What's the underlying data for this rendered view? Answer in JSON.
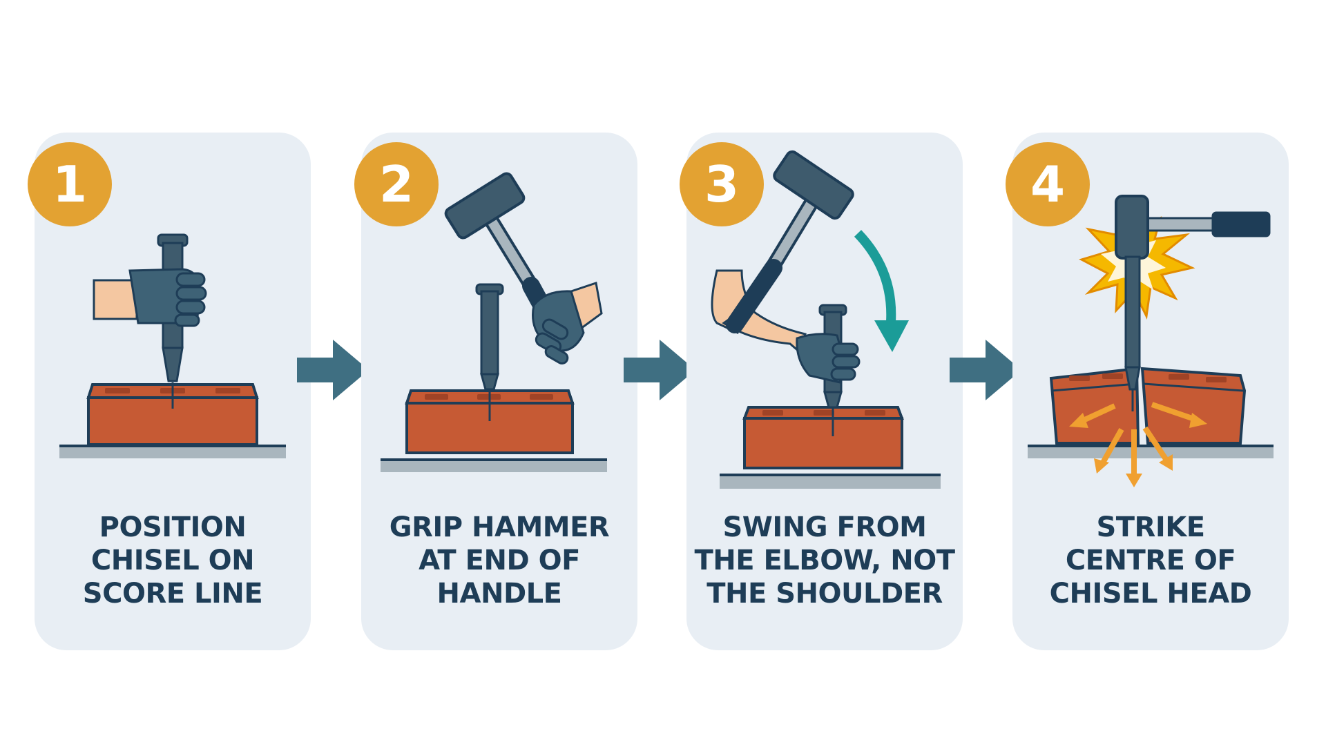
{
  "colors": {
    "card_bg": "#e8eef4",
    "badge": "#e3a232",
    "text": "#1e3d57",
    "arrow": "#3f6f82",
    "brick": "#c65a34",
    "brick_outline": "#1e3d57",
    "tool_steel": "#3e5b6d",
    "glove": "#3e6276",
    "skin": "#f4c7a1",
    "swing_arrow": "#1b9c98",
    "spark": "#f5b800",
    "crack_arrow": "#f0a030"
  },
  "icons": [
    "chisel-icon",
    "hammer-icon",
    "gloved-hand-icon",
    "brick-icon",
    "flow-arrow-icon",
    "swing-arrow-icon",
    "impact-spark-icon"
  ],
  "steps": [
    {
      "number": "1",
      "lines": [
        "POSITION",
        "CHISEL ON",
        "SCORE LINE"
      ]
    },
    {
      "number": "2",
      "lines": [
        "GRIP HAMMER",
        "AT END OF",
        "HANDLE"
      ]
    },
    {
      "number": "3",
      "lines": [
        "SWING FROM",
        "THE ELBOW, NOT",
        "THE SHOULDER"
      ]
    },
    {
      "number": "4",
      "lines": [
        "STRIKE",
        "CENTRE OF",
        "CHISEL HEAD"
      ]
    }
  ]
}
